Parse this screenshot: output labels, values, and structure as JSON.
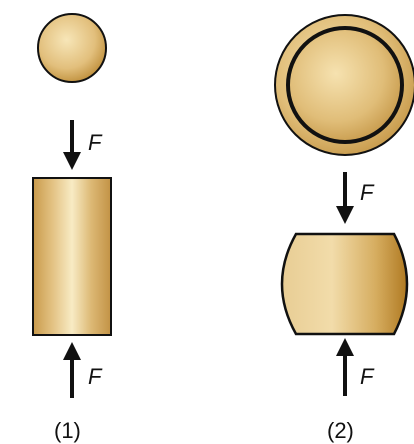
{
  "colors": {
    "body_light": "#f7e6b8",
    "body_mid": "#dcb874",
    "body_dark": "#b8862f",
    "outline": "#111111"
  },
  "force_label": "F",
  "specimens": [
    {
      "label": "(1)"
    },
    {
      "label": "(2)"
    }
  ]
}
